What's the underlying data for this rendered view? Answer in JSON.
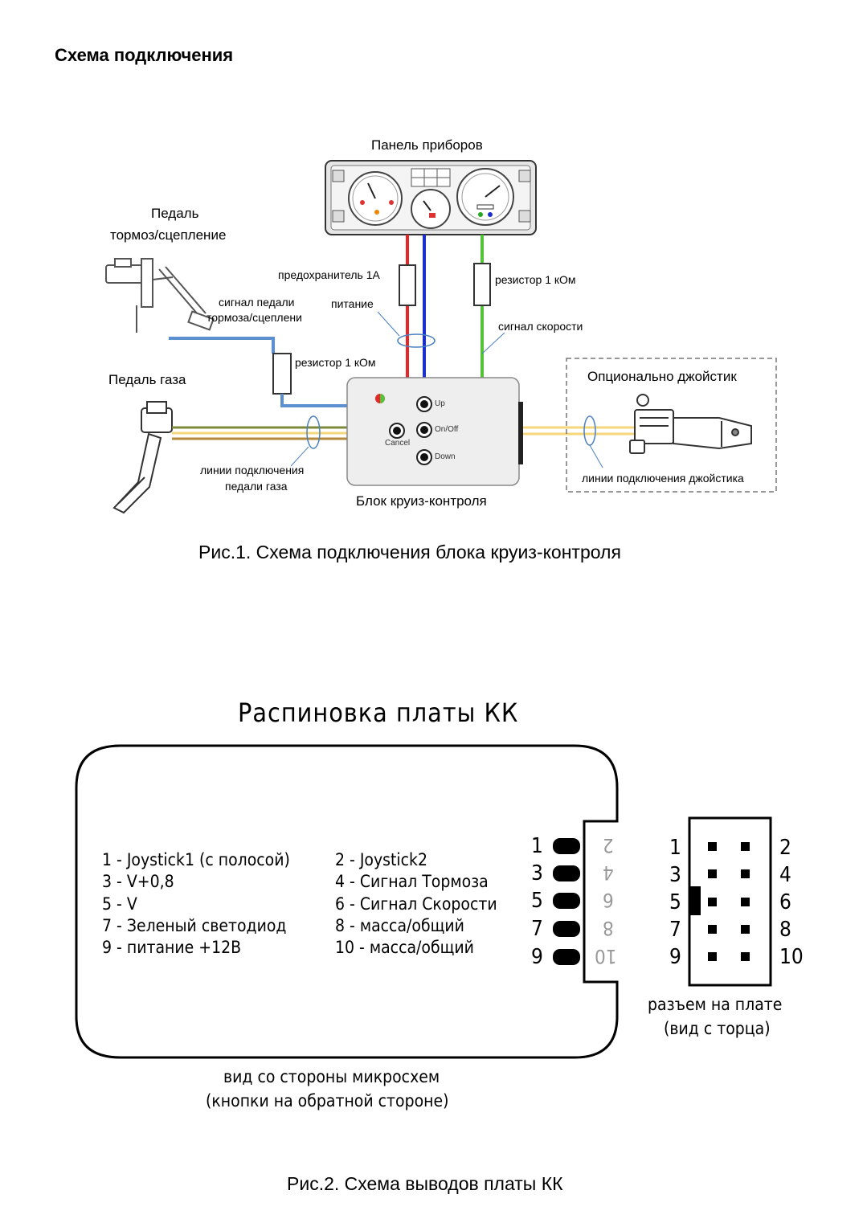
{
  "heading": "Схема подключения",
  "figure1": {
    "panel_label": "Панель приборов",
    "brake_pedal_label_1": "Педаль",
    "brake_pedal_label_2": "тормоз/сцепление",
    "fuse_label": "предохранитель 1А",
    "resistor_speed_label": "резистор 1 кОм",
    "power_label": "питание",
    "brake_signal_label_1": "сигнал педали",
    "brake_signal_label_2": "тормоза/сцеплени",
    "speed_signal_label": "сигнал скорости",
    "resistor_brake_label": "резистор 1 кОм",
    "gas_pedal_label": "Педаль газа",
    "joystick_optional_label": "Опционально джойстик",
    "gas_lines_label_1": "линии подключения",
    "gas_lines_label_2": "педали газа",
    "joystick_lines_label": "линии подключения джойстика",
    "unit_label": "Блок круиз-контроля",
    "btn_up": "Up",
    "btn_onoff": "On/Off",
    "btn_down": "Down",
    "btn_cancel": "Cancel",
    "caption": "Рис.1. Схема подключения блока круиз-контроля"
  },
  "figure2": {
    "title": "Распиновка платы КК",
    "pins_left": [
      "1  - Joystick1 (с полосой)",
      "3  - V+0,8",
      "5  - V",
      "7  - Зеленый светодиод",
      "9  - питание +12В"
    ],
    "pins_right": [
      "2  - Joystick2",
      "4  - Сигнал Тормоза",
      "6  - Сигнал Скорости",
      "8  - масса/общий",
      "10 - масса/общий"
    ],
    "edge_numbers_left": [
      "1",
      "3",
      "5",
      "7",
      "9"
    ],
    "edge_numbers_mirrored": [
      "2",
      "4",
      "6",
      "8",
      "10"
    ],
    "connector_left_numbers": [
      "1",
      "3",
      "5",
      "7",
      "9"
    ],
    "connector_right_numbers": [
      "2",
      "4",
      "6",
      "8",
      "10"
    ],
    "connector_caption_1": "разъем на плате",
    "connector_caption_2": "(вид с торца)",
    "board_caption_1": "вид со стороны микросхем",
    "board_caption_2": "(кнопки на обратной стороне)",
    "caption": "Рис.2. Схема выводов платы КК"
  },
  "colors": {
    "wire_red": "#e8262a",
    "wire_blue": "#1a2fd0",
    "wire_green": "#55c23a",
    "wire_lightblue": "#5b8fd0",
    "wire_yellow": "#f3d77a",
    "wire_olive": "#7d8a3a"
  }
}
